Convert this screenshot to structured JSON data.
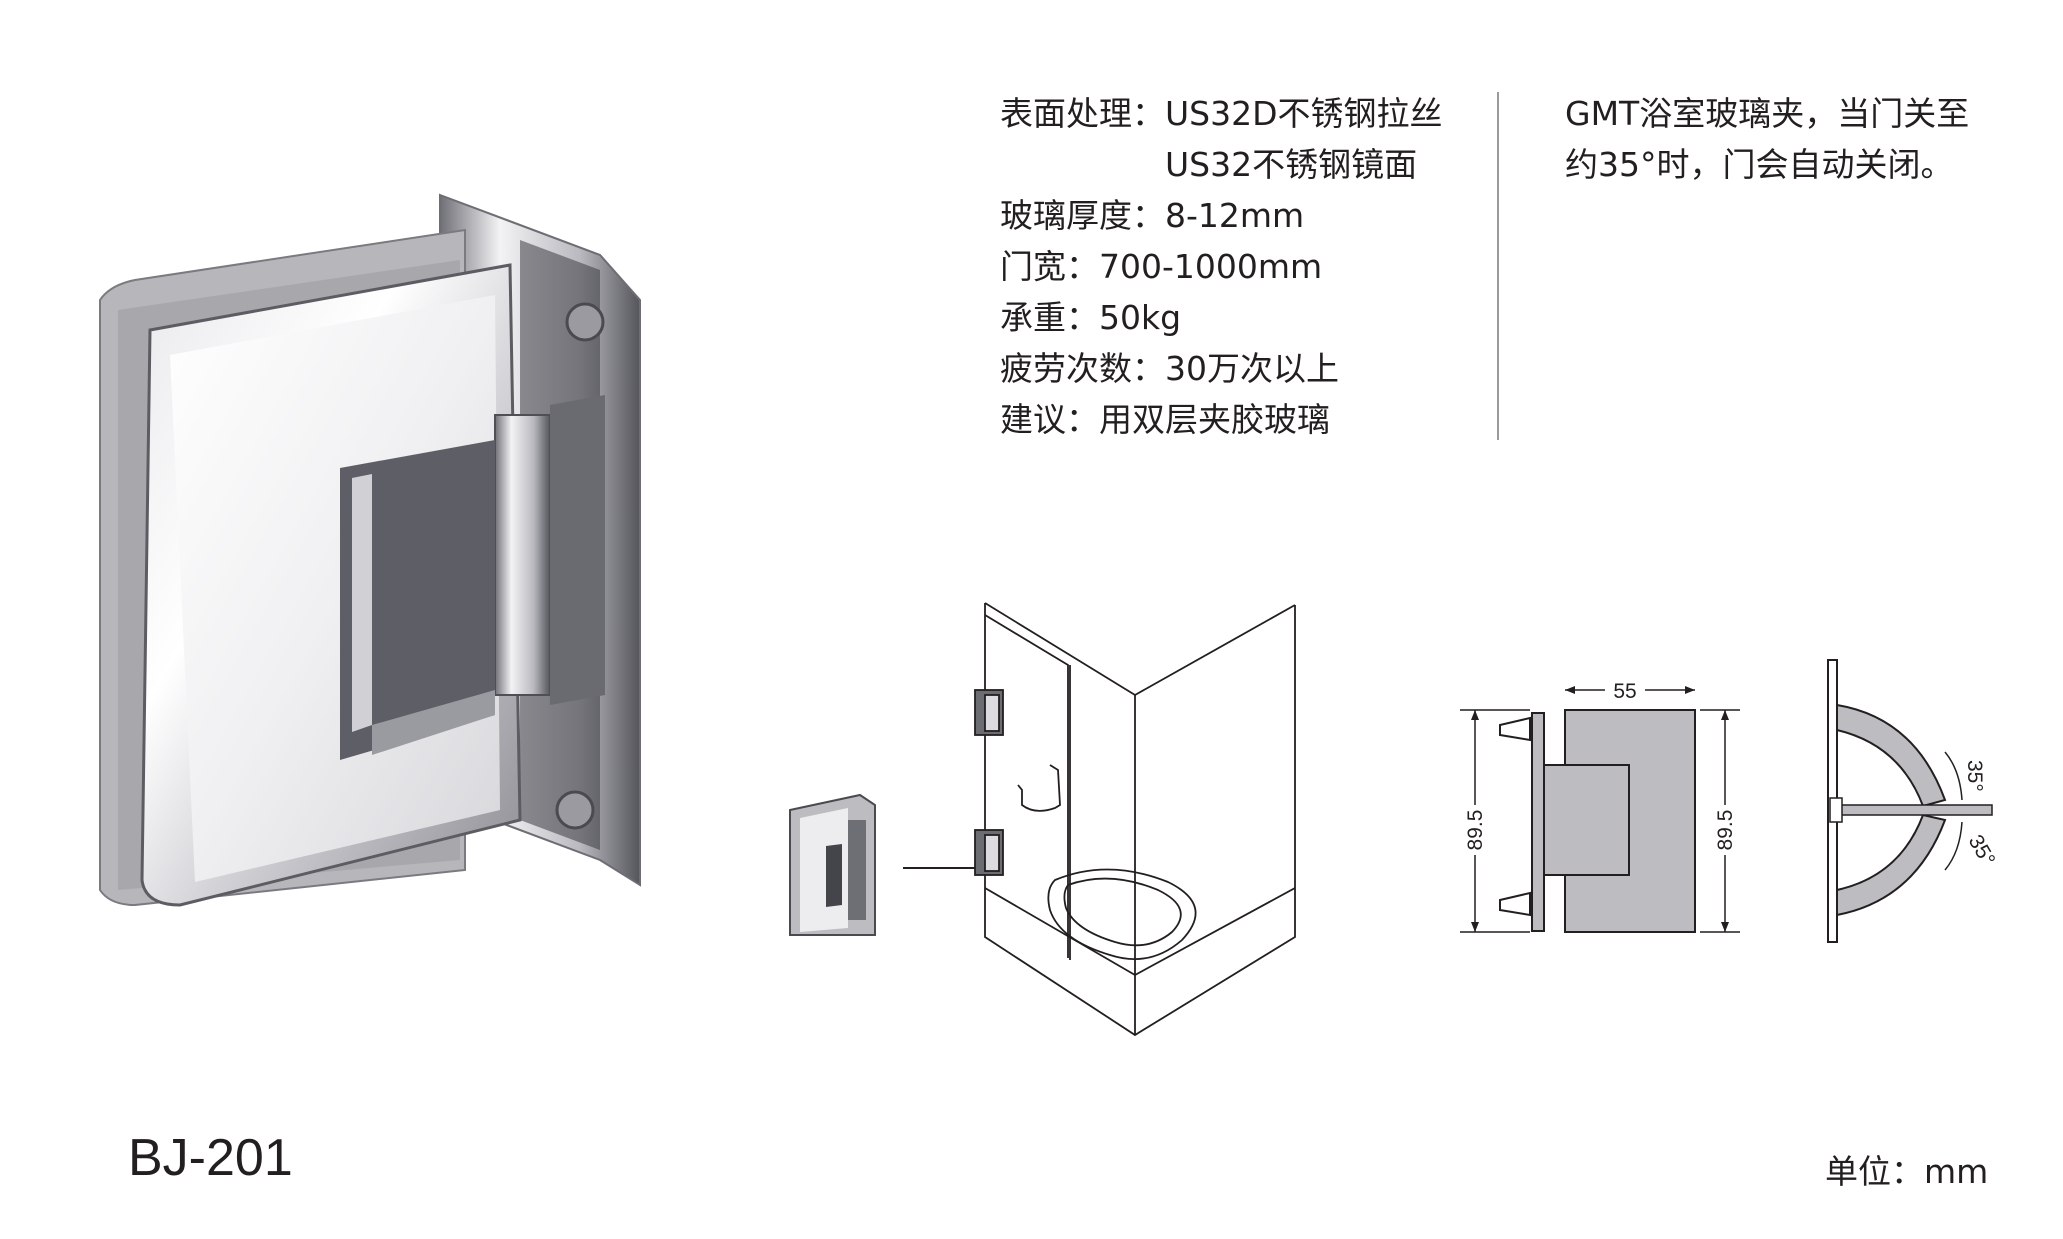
{
  "specs": {
    "surface_label": "表面处理：",
    "surface_value_1": "US32D不锈钢拉丝",
    "surface_value_2": "US32不锈钢镜面",
    "glass_thickness": "玻璃厚度：8-12mm",
    "door_width": "门宽：700-1000mm",
    "load": "承重：50kg",
    "fatigue": "疲劳次数：30万次以上",
    "advice": "建议：用双层夹胶玻璃"
  },
  "description": {
    "line1": "GMT浴室玻璃夹，当门关至",
    "line2": "约35°时，门会自动关闭。"
  },
  "model": "BJ-201",
  "unit": "单位：mm",
  "dimensions": {
    "width": "55",
    "height_left": "89.5",
    "height_right": "89.5",
    "angle_top": "35°",
    "angle_bottom": "35°"
  }
}
